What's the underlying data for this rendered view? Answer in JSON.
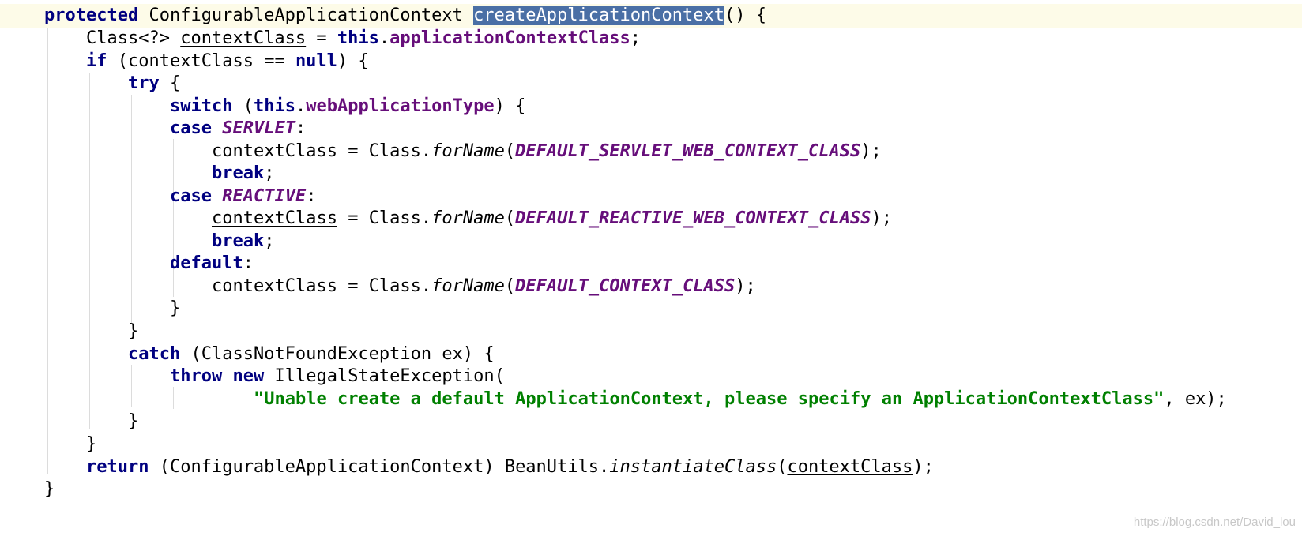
{
  "code": {
    "l1": {
      "kw_protected": "protected",
      "type": " ConfigurableApplicationContext ",
      "method": "createApplicationContext",
      "tail": "() {"
    },
    "l2": {
      "type": "Class<?> ",
      "var": "contextClass",
      "eq": " = ",
      "kw_this": "this",
      "dot": ".",
      "field": "applicationContextClass",
      "semi": ";"
    },
    "l3": {
      "kw_if": "if",
      "open": " (",
      "var": "contextClass",
      "eq": " == ",
      "kw_null": "null",
      "close": ") {"
    },
    "l4": {
      "kw_try": "try",
      "brace": " {"
    },
    "l5": {
      "kw_switch": "switch",
      "open": " (",
      "kw_this": "this",
      "dot": ".",
      "field": "webApplicationType",
      "close": ") {"
    },
    "l6": {
      "kw_case": "case",
      "sp": " ",
      "const": "SERVLET",
      "colon": ":"
    },
    "l7": {
      "var": "contextClass",
      "mid": " = Class.",
      "method": "forName",
      "open": "(",
      "const": "DEFAULT_SERVLET_WEB_CONTEXT_CLASS",
      "close": ");"
    },
    "l8": {
      "kw_break": "break",
      "semi": ";"
    },
    "l9": {
      "kw_case": "case",
      "sp": " ",
      "const": "REACTIVE",
      "colon": ":"
    },
    "l10": {
      "var": "contextClass",
      "mid": " = Class.",
      "method": "forName",
      "open": "(",
      "const": "DEFAULT_REACTIVE_WEB_CONTEXT_CLASS",
      "close": ");"
    },
    "l11": {
      "kw_break": "break",
      "semi": ";"
    },
    "l12": {
      "kw_default": "default",
      "colon": ":"
    },
    "l13": {
      "var": "contextClass",
      "mid": " = Class.",
      "method": "forName",
      "open": "(",
      "const": "DEFAULT_CONTEXT_CLASS",
      "close": ");"
    },
    "l14": {
      "brace": "}"
    },
    "l15": {
      "brace": "}"
    },
    "l16": {
      "kw_catch": "catch",
      "rest": " (ClassNotFoundException ex) {"
    },
    "l17": {
      "kw_throw": "throw",
      "sp": " ",
      "kw_new": "new",
      "rest": " IllegalStateException("
    },
    "l18": {
      "string": "\"Unable create a default ApplicationContext, please specify an ApplicationContextClass\"",
      "rest": ", ex);"
    },
    "l19": {
      "brace": "}"
    },
    "l20": {
      "brace": "}"
    },
    "l21": {
      "kw_return": "return",
      "mid": " (ConfigurableApplicationContext) BeanUtils.",
      "method": "instantiateClass",
      "open": "(",
      "var": "contextClass",
      "close": ");"
    },
    "l22": {
      "brace": "}"
    }
  },
  "watermark": "https://blog.csdn.net/David_lou"
}
